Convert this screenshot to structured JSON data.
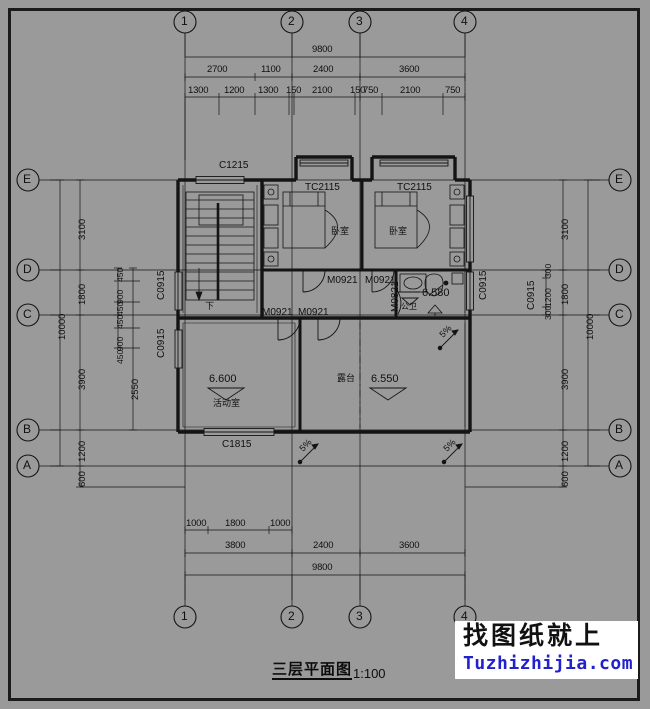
{
  "drawing": {
    "title_cn": "三层平面图",
    "scale": "1:100",
    "background_color": "#9a9a9a",
    "line_color": "#141414"
  },
  "grid": {
    "vertical_labels": [
      "1",
      "2",
      "3",
      "4"
    ],
    "horizontal_labels": [
      "A",
      "B",
      "C",
      "D",
      "E"
    ]
  },
  "dimensions": {
    "top_overall": "9800",
    "top_main": [
      "2700",
      "1100",
      "2400",
      "3600"
    ],
    "top_detail": [
      "1300",
      "1200",
      "1300",
      "150",
      "2100",
      "150",
      "750",
      "2100",
      "750"
    ],
    "bottom_overall": "9800",
    "bottom_main": [
      "3800",
      "2400",
      "3600"
    ],
    "bottom_detail": [
      "1000",
      "1800",
      "1000"
    ],
    "left_overall": "10000",
    "left_main": [
      "3100",
      "1800",
      "3900",
      "1200",
      "600"
    ],
    "left_detail": [
      "450",
      "900",
      "450",
      "450",
      "900",
      "450"
    ],
    "left_inner": "2550",
    "right_overall": "10000",
    "right_main": [
      "3100",
      "1800",
      "3900",
      "1200",
      "600"
    ],
    "right_detail": [
      "300",
      "1200",
      "300"
    ]
  },
  "rooms": [
    {
      "name_cn": "卧室",
      "elevation": ""
    },
    {
      "name_cn": "卧室",
      "elevation": ""
    },
    {
      "name_cn": "公卫",
      "elevation": "6.580"
    },
    {
      "name_cn": "活动室",
      "elevation": "6.600"
    },
    {
      "name_cn": "露台",
      "elevation": "6.550"
    }
  ],
  "openings": {
    "windows": [
      "C1215",
      "TC2115",
      "TC2115",
      "C0915",
      "C0915",
      "C0915",
      "C0915",
      "C1815"
    ],
    "doors": [
      "M0921",
      "M0921",
      "M0921",
      "M0921",
      "M0821"
    ]
  },
  "annotations": {
    "stair_down": "下",
    "slopes": [
      "5%",
      "5%",
      "5%"
    ]
  },
  "watermark": {
    "cn": "找图纸就上",
    "en": "Tuzhizhijia.com",
    "en_color": "#2222cc"
  }
}
